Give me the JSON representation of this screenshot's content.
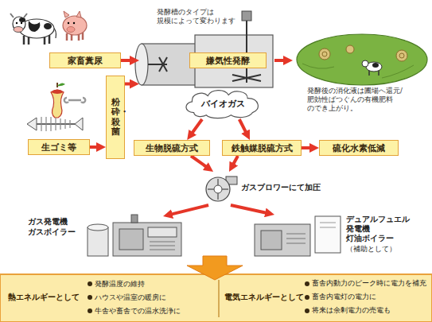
{
  "diagram": {
    "nodes": [
      {
        "text": [
          "家畜糞尿"
        ]
      },
      {
        "text": [
          "発酵槽のタイプは 規模によって変わります",
          "嫌気性発酵"
        ]
      },
      {
        "text": [
          "発酵後の消化液は圃場へ還元/ 肥効性ばつぐんの有機肥料 のでき上がり。"
        ]
      },
      {
        "text": [
          "生ゴミ等"
        ]
      },
      {
        "text": [
          "粉砕・殺菌"
        ]
      },
      {
        "text": [
          "バイオガス"
        ]
      },
      {
        "text": [
          "生物脱硫方式"
        ]
      },
      {
        "text": [
          "鉄触媒脱硫方式"
        ]
      },
      {
        "text": [
          "硫化水素低減"
        ]
      },
      {
        "text": [
          "ガスブロワーにて加圧"
        ]
      },
      {
        "text": [
          "ガス発電機 ガスボイラー"
        ]
      },
      {
        "text": [
          "デュアルフュエル 発電機 灯油ボイラー",
          "（補助として）"
        ]
      },
      {
        "text": [
          "熱エネルギーとして",
          "発酵温度の維持",
          "ハウスや温室の暖房に",
          "牛舎や畜舎での温水洗浄に"
        ]
      },
      {
        "text": [
          "電気エネルギーとして",
          "畜舎内動力のピーク時に電力を補充",
          "畜舎内電灯の電力に",
          "将来は余剰電力の売電も"
        ]
      }
    ],
    "edges": [
      {
        "from": 0,
        "to": 1,
        "arrow": "to"
      },
      {
        "from": 1,
        "to": 2,
        "arrow": "to"
      },
      {
        "from": 3,
        "to": 4,
        "arrow": "to"
      },
      {
        "from": 4,
        "to": 1,
        "arrow": "to"
      },
      {
        "from": 5,
        "to": 6,
        "arrow": "to"
      },
      {
        "from": 5,
        "to": 7,
        "arrow": "to"
      },
      {
        "from": 7,
        "to": 8,
        "arrow": "to"
      },
      {
        "from": 6,
        "to": 9,
        "arrow": "to"
      },
      {
        "from": 7,
        "to": 9,
        "arrow": "to"
      },
      {
        "from": 9,
        "to": 10,
        "arrow": "to"
      },
      {
        "from": 9,
        "to": 11,
        "arrow": "to"
      }
    ]
  }
}
